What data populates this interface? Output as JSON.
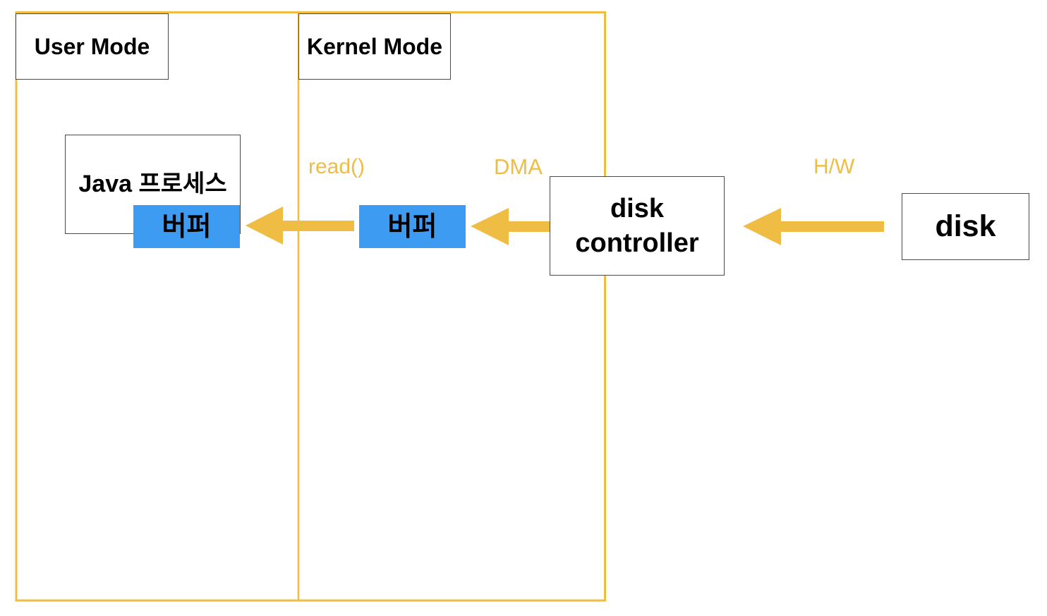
{
  "colors": {
    "frame_orange": "#F0BD44",
    "label_orange": "#F0BD44",
    "buffer_blue": "#3E9BF2",
    "box_border": "#4A4A4A",
    "text": "#000000"
  },
  "user_mode": {
    "label": "User Mode"
  },
  "kernel_mode": {
    "label": "Kernel Mode"
  },
  "java_process": {
    "label": "Java 프로세스",
    "buffer": "버퍼"
  },
  "kernel_buffer": {
    "label": "버퍼"
  },
  "disk_controller": {
    "lines": [
      "disk",
      "controller"
    ]
  },
  "disk": {
    "label": "disk"
  },
  "flow_labels": {
    "read": "read()",
    "dma": "DMA",
    "hw": "H/W"
  }
}
